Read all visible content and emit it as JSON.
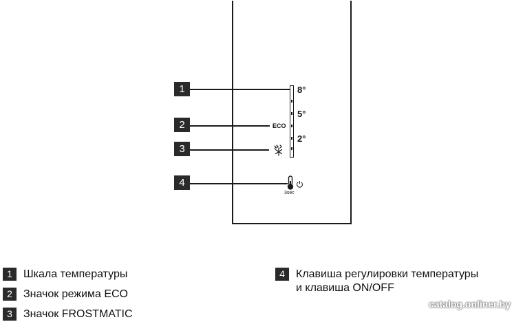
{
  "diagram": {
    "callouts": [
      "1",
      "2",
      "3",
      "4"
    ],
    "scale_labels": [
      "8°",
      "5°",
      "2°"
    ],
    "eco_label": "ECO",
    "hold_time_label": "3sec",
    "icons": {
      "frost": "snowflake-icon",
      "thermometer": "thermometer-icon",
      "power": "power-icon"
    }
  },
  "legend": {
    "items": [
      {
        "num": "1",
        "text": "Шкала температуры"
      },
      {
        "num": "2",
        "text": "Значок режима ECO"
      },
      {
        "num": "3",
        "text": "Значок FROSTMATIC"
      },
      {
        "num": "4",
        "text": "Клавиша регулировки температуры",
        "text_line2": "и клавиша ON/OFF"
      }
    ]
  },
  "watermark": "catalog.onliner.by"
}
